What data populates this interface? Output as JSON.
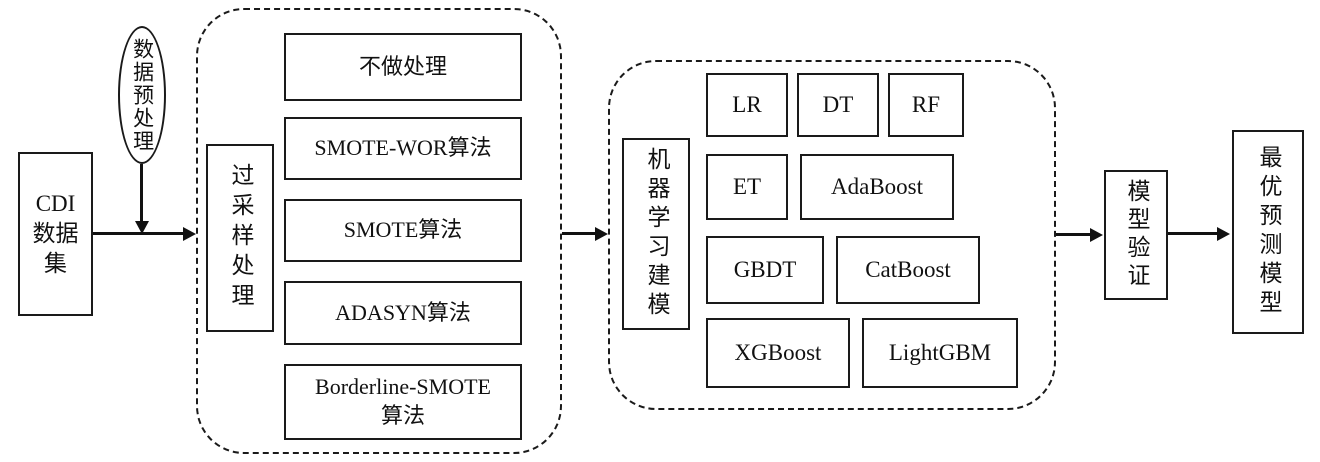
{
  "diagram": {
    "dataset_label": "CDI\n数据\n集",
    "preprocess_label": "数据预处理",
    "oversampling": {
      "label": "过采样处理",
      "methods": [
        "不做处理",
        "SMOTE-WOR算法",
        "SMOTE算法",
        "ADASYN算法",
        "Borderline-SMOTE\n算法"
      ]
    },
    "modeling": {
      "label": "机器学习建模",
      "models": [
        "LR",
        "DT",
        "RF",
        "ET",
        "AdaBoost",
        "GBDT",
        "CatBoost",
        "XGBoost",
        "LightGBM"
      ]
    },
    "validation_label": "模型验证",
    "result_label": "最优预测模型",
    "colors": {
      "line": "#111111",
      "box_border": "#1a1a1a",
      "background": "#ffffff"
    }
  }
}
